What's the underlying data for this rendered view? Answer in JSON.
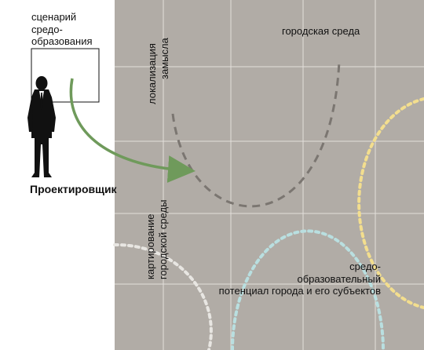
{
  "labels": {
    "scenario_line1": "сценарий",
    "scenario_line2": "средо-",
    "scenario_line3": "образования",
    "designer": "Проектировщик",
    "urban_environment": "городская среда",
    "localization_line1": "локализация",
    "localization_line2": "замысла",
    "mapping_line1": "картирование",
    "mapping_line2": "городской среды",
    "potential_line1": "средо-",
    "potential_line2": "образовательный",
    "potential_line3": "потенциал города и его субъектов"
  },
  "colors": {
    "panel": "#b1aca6",
    "grid": "#e2dfdb",
    "dark_arc": "#7b7671",
    "green_arrow": "#6f9a5b",
    "white_dots": "#e8e6e2",
    "teal_dots": "#b9dfe0",
    "yellow_dots": "#f3de8e",
    "text": "#111111"
  },
  "icons": {
    "person": "businessman-silhouette-icon",
    "frame": "scenario-frame"
  }
}
